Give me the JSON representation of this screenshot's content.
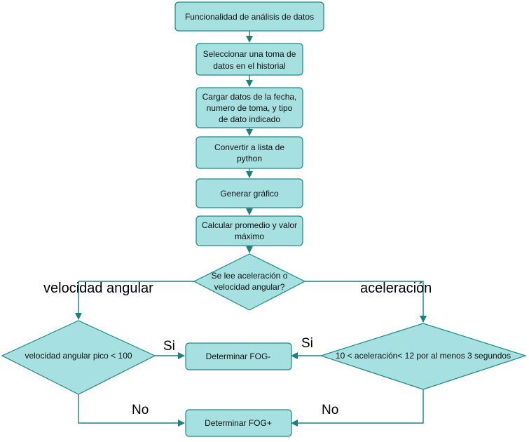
{
  "diagram": {
    "nodes": {
      "start": "Funcionalidad de análisis de datos",
      "select_1": "Seleccionar una toma de",
      "select_2": "datos en el historial",
      "load_1": "Cargar datos de la fecha,",
      "load_2": "numero de toma, y tipo",
      "load_3": "de dato indicado",
      "convert_1": "Convertir a lista de",
      "convert_2": "python",
      "graph": "Generar gráfico",
      "calc_1": "Calcular promedio y valor",
      "calc_2": "máximo",
      "decision_1": "Se lee aceleración o",
      "decision_2": "velocidad angular?",
      "vel_cond": "velocidad angular pico < 100",
      "acc_cond": "10 < aceleración< 12 por al menos 3 segundos",
      "fog_minus": "Determinar FOG-",
      "fog_plus": "Determinar FOG+"
    },
    "edge_labels": {
      "left_branch": "velocidad angular",
      "right_branch": "aceleración",
      "vel_si": "Si",
      "acc_si": "Si",
      "vel_no": "No",
      "acc_no": "No"
    },
    "colors": {
      "node_fill": "#a6e0e0",
      "node_stroke": "#1a8a8a",
      "edge": "#1f7f80"
    }
  }
}
